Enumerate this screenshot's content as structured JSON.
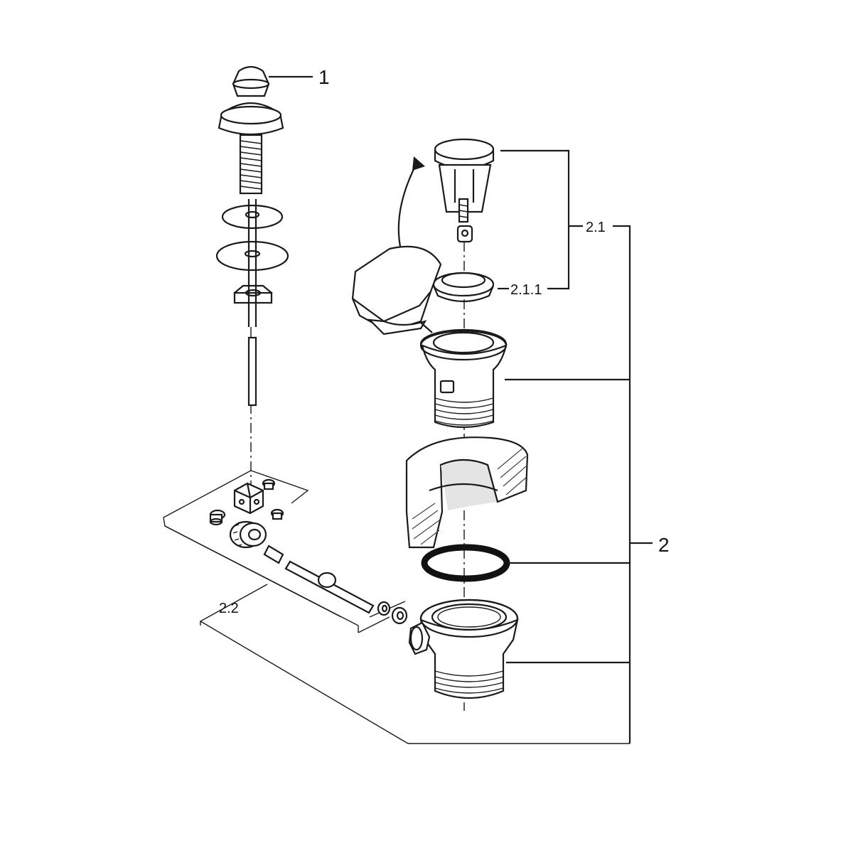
{
  "callouts": {
    "part_1": "1",
    "part_2": "2",
    "part_2_1": "2.1",
    "part_2_1_1": "2.1.1",
    "part_2_2": "2.2"
  },
  "colors": {
    "line": "#1a1a1a",
    "background": "#ffffff",
    "shade": "#e4e4e4"
  }
}
